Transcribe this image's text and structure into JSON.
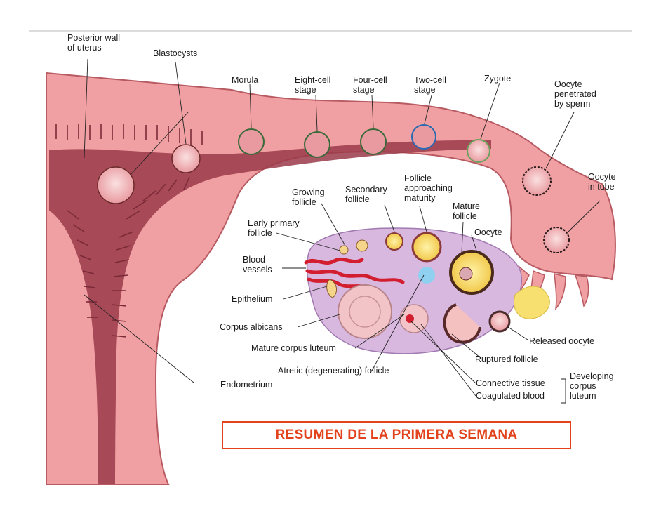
{
  "labels": {
    "posterior_wall": [
      "Posterior wall",
      "of uterus"
    ],
    "blastocysts": [
      "Blastocysts"
    ],
    "morula": [
      "Morula"
    ],
    "eight_cell": [
      "Eight-cell",
      "stage"
    ],
    "four_cell": [
      "Four-cell",
      "stage"
    ],
    "two_cell": [
      "Two-cell",
      "stage"
    ],
    "zygote": [
      "Zygote"
    ],
    "oocyte_penetrated": [
      "Oocyte",
      "penetrated",
      "by sperm"
    ],
    "oocyte_in_tube": [
      "Oocyte",
      "in tube"
    ],
    "growing_follicle": [
      "Growing",
      "follicle"
    ],
    "secondary_follicle": [
      "Secondary",
      "follicle"
    ],
    "follicle_approaching": [
      "Follicle",
      "approaching",
      "maturity"
    ],
    "mature_follicle": [
      "Mature",
      "follicle"
    ],
    "oocyte": [
      "Oocyte"
    ],
    "early_primary": [
      "Early primary",
      "follicle"
    ],
    "blood_vessels": [
      "Blood",
      "vessels"
    ],
    "epithelium": [
      "Epithelium"
    ],
    "corpus_albicans": [
      "Corpus albicans"
    ],
    "mature_corpus_luteum": [
      "Mature corpus luteum"
    ],
    "atretic": [
      "Atretic (degenerating) follicle"
    ],
    "endometrium": [
      "Endometrium"
    ],
    "released_oocyte": [
      "Released oocyte"
    ],
    "ruptured_follicle": [
      "Ruptured follicle"
    ],
    "connective_tissue": [
      "Connective tissue"
    ],
    "coagulated_blood": [
      "Coagulated blood"
    ],
    "developing_corpus_luteum": [
      "Developing",
      "corpus",
      "luteum"
    ]
  },
  "title": "RESUMEN DE LA PRIMERA SEMANA",
  "colors": {
    "tissue": "#f0a0a2",
    "tissue_edge": "#b85a62",
    "lumen": "#9b3a4a",
    "ovary": "#d9b8e0",
    "title_accent": "#e2421c"
  }
}
